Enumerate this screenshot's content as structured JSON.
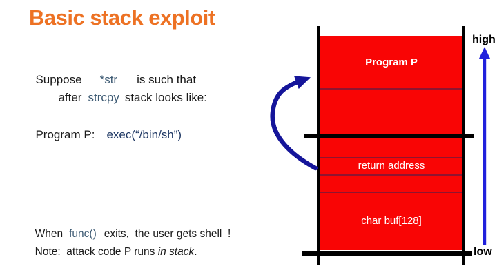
{
  "slide": {
    "title": "Basic stack exploit"
  },
  "content": {
    "suppose_line1": {
      "t1": "Suppose",
      "code": "*str",
      "t2": "is such that"
    },
    "suppose_line2": {
      "t1": "after",
      "code": "strcpy",
      "t2": "stack looks like:"
    },
    "program_line": {
      "label": "Program P:",
      "code": "exec(“/bin/sh”)"
    },
    "when_line": {
      "t1": "When",
      "code": "func()",
      "t2": "exits,  the user gets shell  !"
    },
    "note_line": {
      "t1": "Note:  attack code P runs ",
      "italic": "in stack",
      "t2": "."
    }
  },
  "stack": {
    "label_program": "Program P",
    "label_return": "return address",
    "label_buf": "char buf[128]",
    "label_high": "high",
    "label_low": "low"
  },
  "colors": {
    "title_orange": "#ed7224",
    "code_slate": "#3d5a73",
    "code_navy": "#1f3864",
    "stack_red": "#f90505",
    "divider_red": "#8f1430",
    "vertical_arrow_blue": "#2020dc",
    "curved_arrow_navy": "#15159a",
    "text_black": "#1a1a1a"
  }
}
